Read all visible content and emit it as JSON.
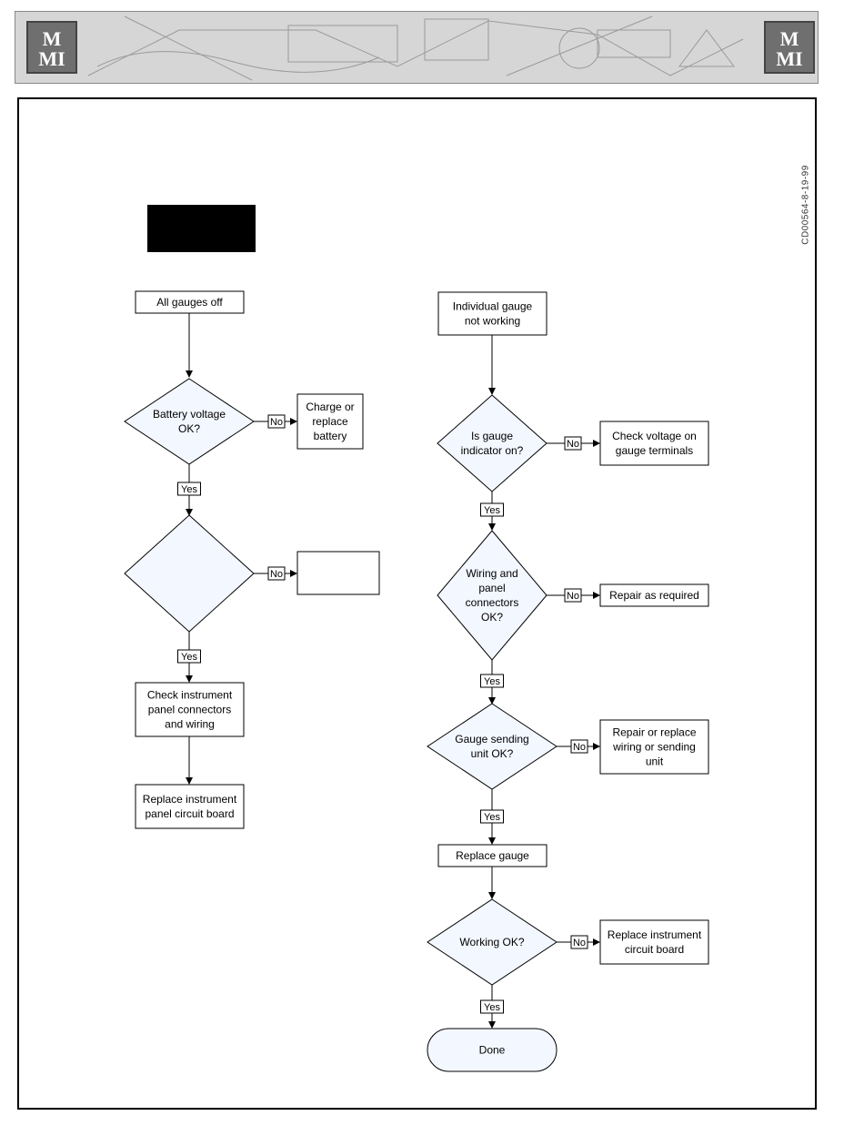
{
  "header": {
    "logo_text": "MMI"
  },
  "doc_code": "CD00564-8-19-99",
  "left_flow": {
    "start": [
      "All gauges off"
    ],
    "q1": [
      "Battery voltage",
      "OK?"
    ],
    "q1_no": "No",
    "q1_action": [
      "Charge or",
      "replace",
      "battery"
    ],
    "q1_yes": "Yes",
    "q2": [],
    "q2_no": "No",
    "q2_action": [],
    "q2_yes": "Yes",
    "step1": [
      "Check instrument",
      "panel connectors",
      "and wiring"
    ],
    "step2": [
      "Replace instrument",
      "panel circuit board"
    ]
  },
  "right_flow": {
    "start": [
      "Individual gauge",
      "not working"
    ],
    "q1": [
      "Is gauge",
      "indicator on?"
    ],
    "q1_no": "No",
    "q1_action": [
      "Check  voltage on",
      "gauge terminals"
    ],
    "q1_yes": "Yes",
    "q2": [
      "Wiring and",
      "panel",
      "connectors",
      "OK?"
    ],
    "q2_no": "No",
    "q2_action": [
      "Repair as required"
    ],
    "q2_yes": "Yes",
    "q3": [
      "Gauge sending",
      "unit OK?"
    ],
    "q3_no": "No",
    "q3_action": [
      "Repair or replace",
      "wiring or sending",
      "unit"
    ],
    "q3_yes": "Yes",
    "step": [
      "Replace gauge"
    ],
    "q4": [
      "Working OK?"
    ],
    "q4_no": "No",
    "q4_action": [
      "Replace instrument",
      "circuit board"
    ],
    "q4_yes": "Yes",
    "end": [
      "Done"
    ]
  },
  "colors": {
    "node_fill": "#f3f7ff",
    "stroke": "#000000",
    "header_bg": "#d6d6d6",
    "logo_bg": "#6f6f6f"
  }
}
